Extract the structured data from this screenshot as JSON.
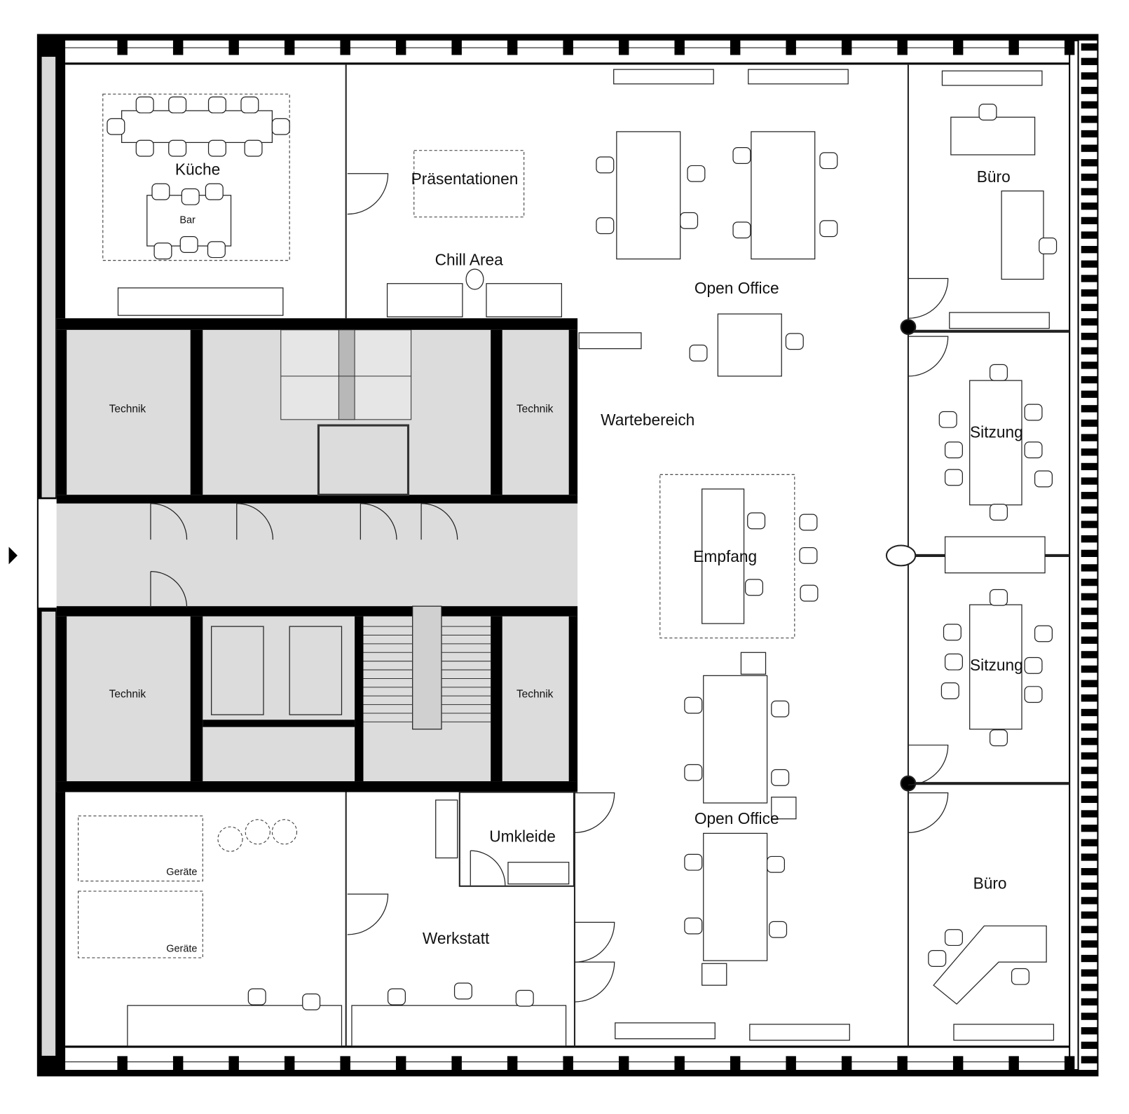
{
  "floor_plan": {
    "rooms": {
      "kueche": "Küche",
      "bar": "Bar",
      "praesentationen": "Präsentationen",
      "chill_area": "Chill Area",
      "open_office_top": "Open Office",
      "buero_top": "Büro",
      "technik_1": "Technik",
      "technik_2": "Technik",
      "wartebereich": "Wartebereich",
      "sitzung_1": "Sitzung",
      "empfang": "Empfang",
      "technik_3": "Technik",
      "technik_4": "Technik",
      "sitzung_2": "Sitzung",
      "open_office_bottom": "Open Office",
      "umkleide": "Umkleide",
      "werkstatt": "Werkstatt",
      "buero_bottom": "Büro",
      "geraete_1": "Geräte",
      "geraete_2": "Geräte"
    },
    "colors": {
      "walls": "#000000",
      "core_fill": "#dcdcdc",
      "background": "#ffffff"
    },
    "entrance_marker_icon": "triangle-right"
  }
}
